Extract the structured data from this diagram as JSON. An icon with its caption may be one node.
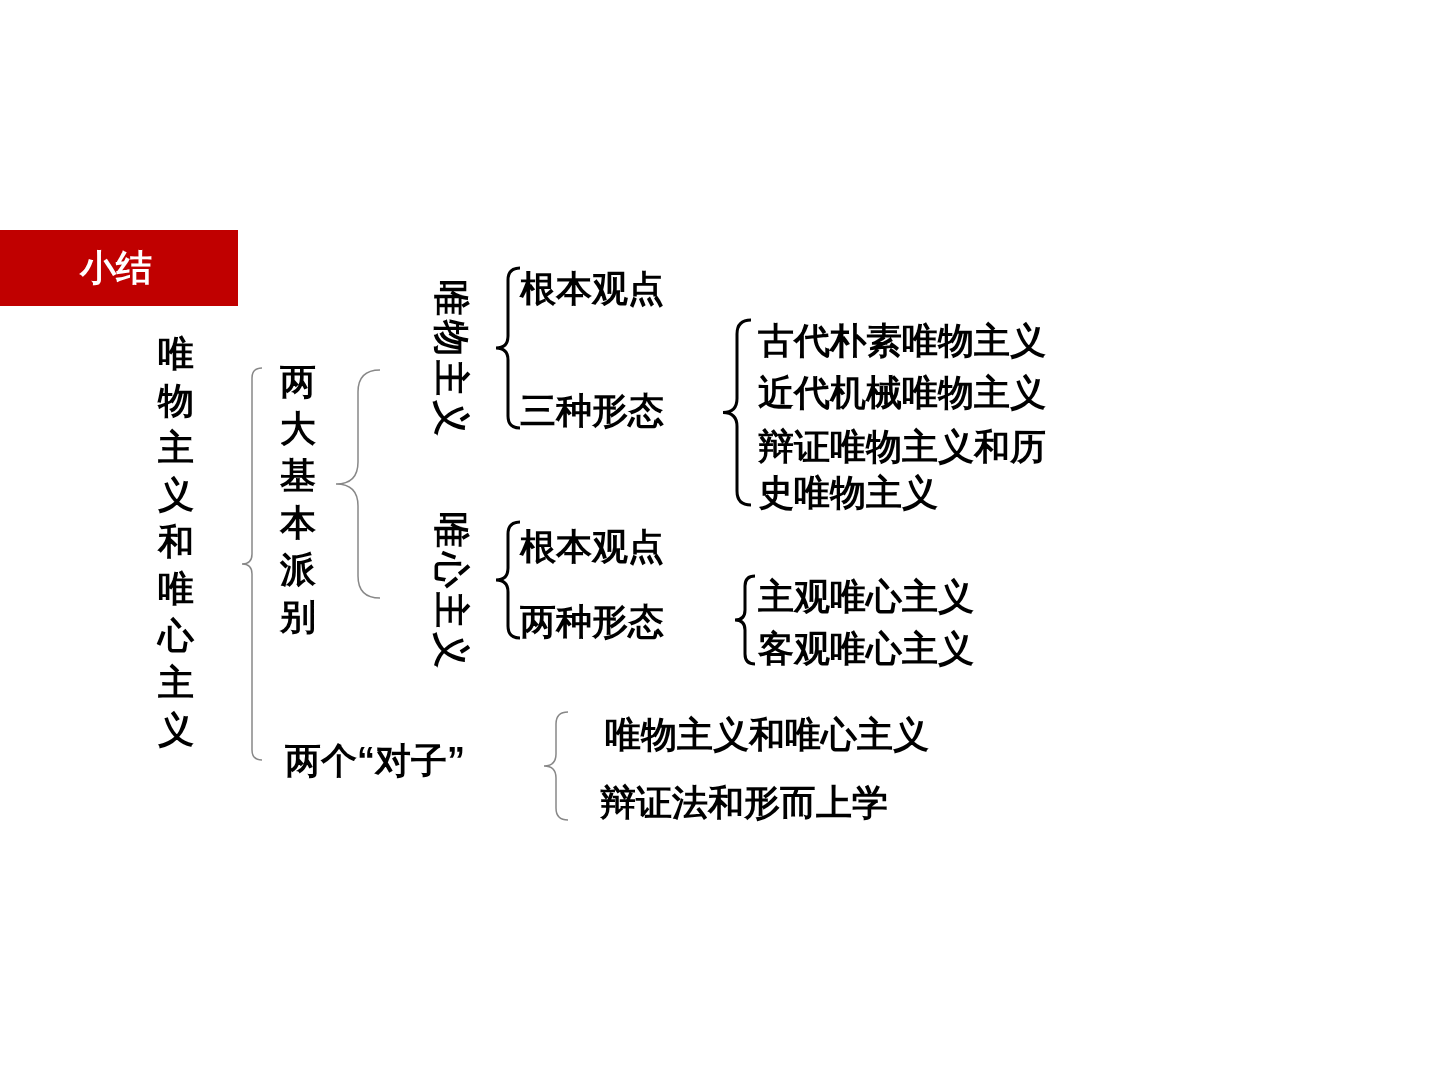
{
  "diagram": {
    "title": "小结",
    "labels": [
      "唯物主义和唯心主义",
      "两大基本派别",
      "唯物主义",
      "根本观点",
      "三种形态",
      "古代朴素唯物主义",
      "近代机械唯物主义",
      "辩证唯物主义和历史唯物主义",
      "唯心主义",
      "根本观点",
      "两种形态",
      "主观唯心主义",
      "客观唯心主义",
      "两个“对子”",
      "唯物主义和唯心主义",
      "辩证法和形而上学"
    ]
  }
}
